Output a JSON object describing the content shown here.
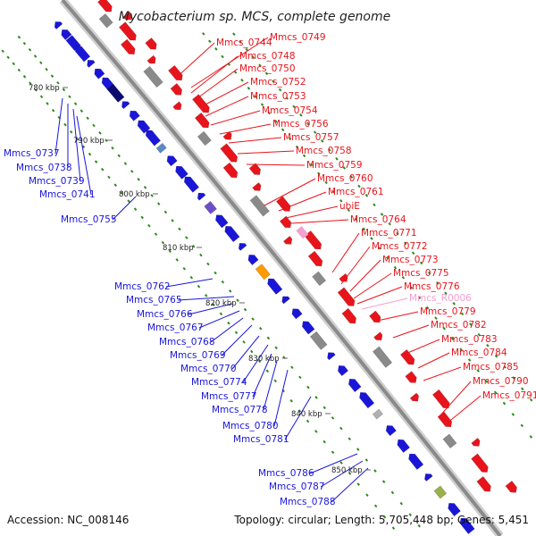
{
  "title": "Mycobacterium sp. MCS, complete genome",
  "footer": {
    "accession": "Accession: NC_008146",
    "topology": "Topology: circular; Length: 5,705,448 bp; Genes: 5,451"
  },
  "colors": {
    "forward": "#e8141b",
    "reverse": "#1a16d8",
    "rna": "#f4a0d0",
    "backbone": "#7a7a7a",
    "dots": "#2c8a1a"
  },
  "kbp_ticks": [
    "780 kbp",
    "790 kbp",
    "800 kbp",
    "810 kbp",
    "820 kbp",
    "830 kbp",
    "840 kbp",
    "850 kbp"
  ],
  "right_labels": [
    {
      "text": "Mmcs_0744",
      "type": "forward"
    },
    {
      "text": "Mmcs_0749",
      "type": "forward"
    },
    {
      "text": "Mmcs_0748",
      "type": "forward"
    },
    {
      "text": "Mmcs_0750",
      "type": "forward"
    },
    {
      "text": "Mmcs_0752",
      "type": "forward"
    },
    {
      "text": "Mmcs_0753",
      "type": "forward"
    },
    {
      "text": "Mmcs_0754",
      "type": "forward"
    },
    {
      "text": "Mmcs_0756",
      "type": "forward"
    },
    {
      "text": "Mmcs_0757",
      "type": "forward"
    },
    {
      "text": "Mmcs_0758",
      "type": "forward"
    },
    {
      "text": "Mmcs_0759",
      "type": "forward"
    },
    {
      "text": "Mmcs_0760",
      "type": "forward"
    },
    {
      "text": "Mmcs_0761",
      "type": "forward"
    },
    {
      "text": "ubiE",
      "type": "forward"
    },
    {
      "text": "Mmcs_0764",
      "type": "forward"
    },
    {
      "text": "Mmcs_0771",
      "type": "forward"
    },
    {
      "text": "Mmcs_0772",
      "type": "forward"
    },
    {
      "text": "Mmcs_0773",
      "type": "forward"
    },
    {
      "text": "Mmcs_0775",
      "type": "forward"
    },
    {
      "text": "Mmcs_0776",
      "type": "forward"
    },
    {
      "text": "Mmcs_R0006",
      "type": "rna"
    },
    {
      "text": "Mmcs_0779",
      "type": "forward"
    },
    {
      "text": "Mmcs_0782",
      "type": "forward"
    },
    {
      "text": "Mmcs_0783",
      "type": "forward"
    },
    {
      "text": "Mmcs_0784",
      "type": "forward"
    },
    {
      "text": "Mmcs_0785",
      "type": "forward"
    },
    {
      "text": "Mmcs_0790",
      "type": "forward"
    },
    {
      "text": "Mmcs_0791",
      "type": "forward"
    }
  ],
  "left_labels": [
    {
      "text": "Mmcs_0737",
      "type": "reverse"
    },
    {
      "text": "Mmcs_0738",
      "type": "reverse"
    },
    {
      "text": "Mmcs_0739",
      "type": "reverse"
    },
    {
      "text": "Mmcs_0741",
      "type": "reverse"
    },
    {
      "text": "Mmcs_0755",
      "type": "reverse"
    },
    {
      "text": "Mmcs_0762",
      "type": "reverse"
    },
    {
      "text": "Mmcs_0765",
      "type": "reverse"
    },
    {
      "text": "Mmcs_0766",
      "type": "reverse"
    },
    {
      "text": "Mmcs_0767",
      "type": "reverse"
    },
    {
      "text": "Mmcs_0768",
      "type": "reverse"
    },
    {
      "text": "Mmcs_0769",
      "type": "reverse"
    },
    {
      "text": "Mmcs_0770",
      "type": "reverse"
    },
    {
      "text": "Mmcs_0774",
      "type": "reverse"
    },
    {
      "text": "Mmcs_0777",
      "type": "reverse"
    },
    {
      "text": "Mmcs_0778",
      "type": "reverse"
    },
    {
      "text": "Mmcs_0780",
      "type": "reverse"
    },
    {
      "text": "Mmcs_0781",
      "type": "reverse"
    },
    {
      "text": "Mmcs_0786",
      "type": "reverse"
    },
    {
      "text": "Mmcs_0787",
      "type": "reverse"
    },
    {
      "text": "Mmcs_0788",
      "type": "reverse"
    }
  ]
}
